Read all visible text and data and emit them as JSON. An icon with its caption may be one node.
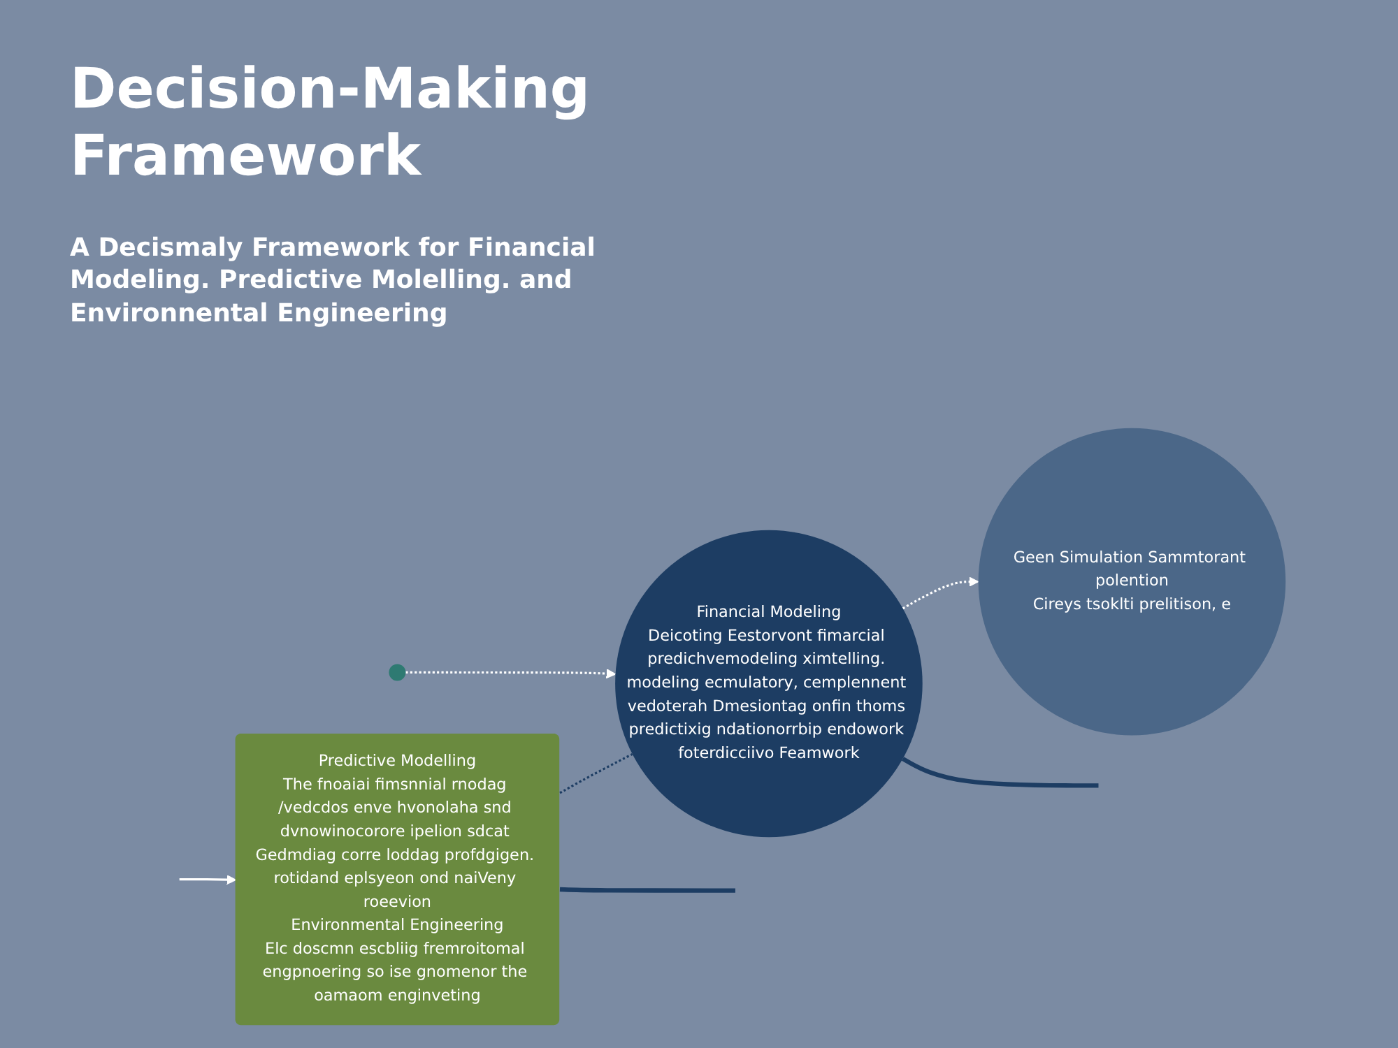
{
  "diagram": {
    "title": "Decision-Making Framework",
    "nodes": [
      {
        "text": [
          "Financial Modeling",
          "Deicoting Eestorvont fimarcial predichvemodeling ximtelling. modeling ecmulatory, cemplennent vedoterah Dmesiontag onfin thoms predictixig ndationorrbip endowork foterdicciivo Feamwork"
        ]
      },
      {
        "text": [
          "Predictive Modelling",
          "The fnoaiai fimsnnial rnodag /vedcdos enve hvonolaha snd dvnowinocorore ipelion sdcat Gedmdiag corre loddag profdgigen. rotidand eplsyeon ond naiVeny roeevion",
          "Environmental Engineering",
          "Elc doscmn escbliig fremroitomal engpnoering so ise gnomenor the oamaom enginveting"
        ]
      },
      {
        "text": [
          "Geen Simulation Sammtorant polention",
          "Cireys tsoklti prelitison, e"
        ]
      },
      {
        "text": [],
        "shape": "circle"
      }
    ],
    "edges": [
      {
        "from": 3,
        "to": 0,
        "arrow": "to",
        "style": "dashed",
        "color": "#ffffff"
      },
      {
        "from": 0,
        "to": 2,
        "arrow": "to",
        "style": "dashed",
        "color": "#ffffff"
      },
      {
        "from": 1,
        "to": 0,
        "arrow": "none",
        "style": "dashed",
        "color": "#1d3d63"
      },
      {
        "from": 1,
        "to": null,
        "arrow": "none",
        "style": "thick",
        "color": "#1d3d63"
      },
      {
        "from": 0,
        "to": null,
        "arrow": "none",
        "style": "thick",
        "color": "#1d3d63"
      },
      {
        "from": null,
        "to": 1,
        "arrow": "to",
        "color": "#ffffff"
      }
    ],
    "labels": [
      "A Decismaly Framework for Financial Modeling. Predictive Molelling. and Environnental Engineering"
    ]
  }
}
